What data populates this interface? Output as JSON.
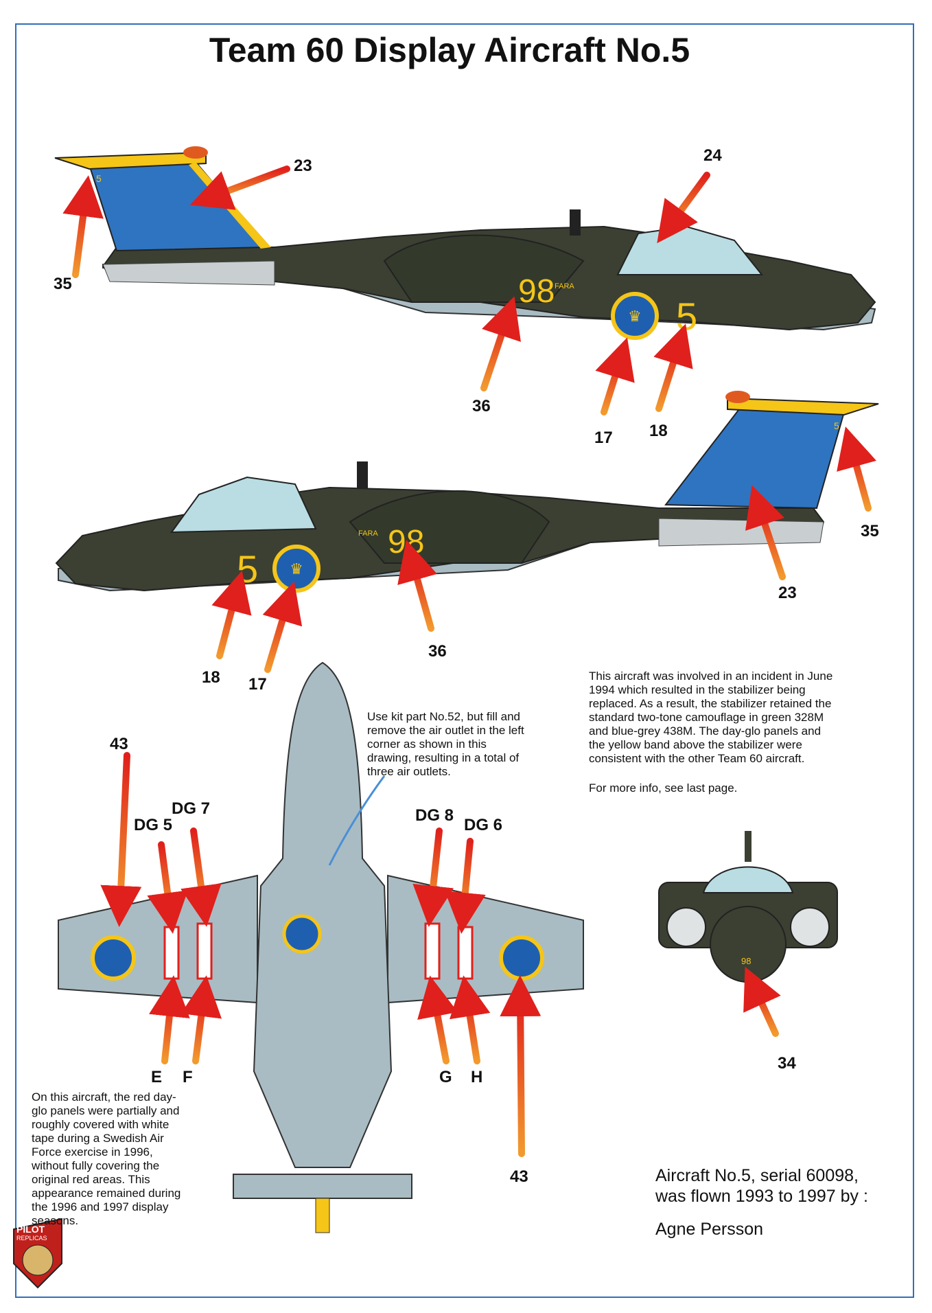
{
  "title": "Team 60 Display Aircraft No.5",
  "colors": {
    "frame": "#2f6fb8",
    "camo_green": "#3b4032",
    "blue_grey": "#a9bcc3",
    "tail_blue": "#2f74c0",
    "yellow": "#f5c518",
    "arrow_red": "#e0201c",
    "canopy": "#b9dde3",
    "roundel_blue": "#1f5fb0"
  },
  "markings": {
    "code_number": "5",
    "fuselage_number": "98",
    "tail_number": "5",
    "fara": "FARA",
    "nose_number": "98"
  },
  "callouts": {
    "c23_top": "23",
    "c24": "24",
    "c35_top": "35",
    "c36_top": "36",
    "c17_top": "17",
    "c18_top": "18",
    "c35_mid": "35",
    "c23_mid": "23",
    "c36_mid": "36",
    "c18_mid": "18",
    "c17_mid": "17",
    "c43_left": "43",
    "c43_right": "43",
    "dg5": "DG 5",
    "dg7": "DG 7",
    "dg8": "DG 8",
    "dg6": "DG 6",
    "e": "E",
    "f": "F",
    "g": "G",
    "h": "H",
    "c34": "34"
  },
  "notes": {
    "kit_part": "Use kit part No.52, but fill and remove the air outlet in the left corner as shown in this drawing, resulting in a total of three air outlets.",
    "incident_lines": [
      "This aircraft was involved in an incident in June",
      "1994 which resulted in the stabilizer being",
      "replaced. As a result, the stabilizer retained the",
      "standard two-tone camouflage in green 328M",
      "and blue-grey 438M. The day-glo panels and",
      "the yellow band above the stabilizer were",
      "consistent with the other Team 60 aircraft."
    ],
    "more_info": "For more info, see last page.",
    "dayglo_lines": [
      "On this aircraft, the red day-",
      "glo panels were partially and",
      "roughly covered with white",
      "tape during a Swedish Air",
      "Force exercise in 1996,",
      "without fully covering the",
      "original red areas. This",
      "appearance remained during",
      "the 1996 and 1997 display",
      "seasons."
    ]
  },
  "credit": {
    "line1": "Aircraft No.5, serial 60098,",
    "line2": "was flown 1993 to 1997 by :",
    "pilot": "Agne Persson"
  },
  "logo": {
    "top": "PILOT",
    "bottom": "REPLICAS"
  }
}
